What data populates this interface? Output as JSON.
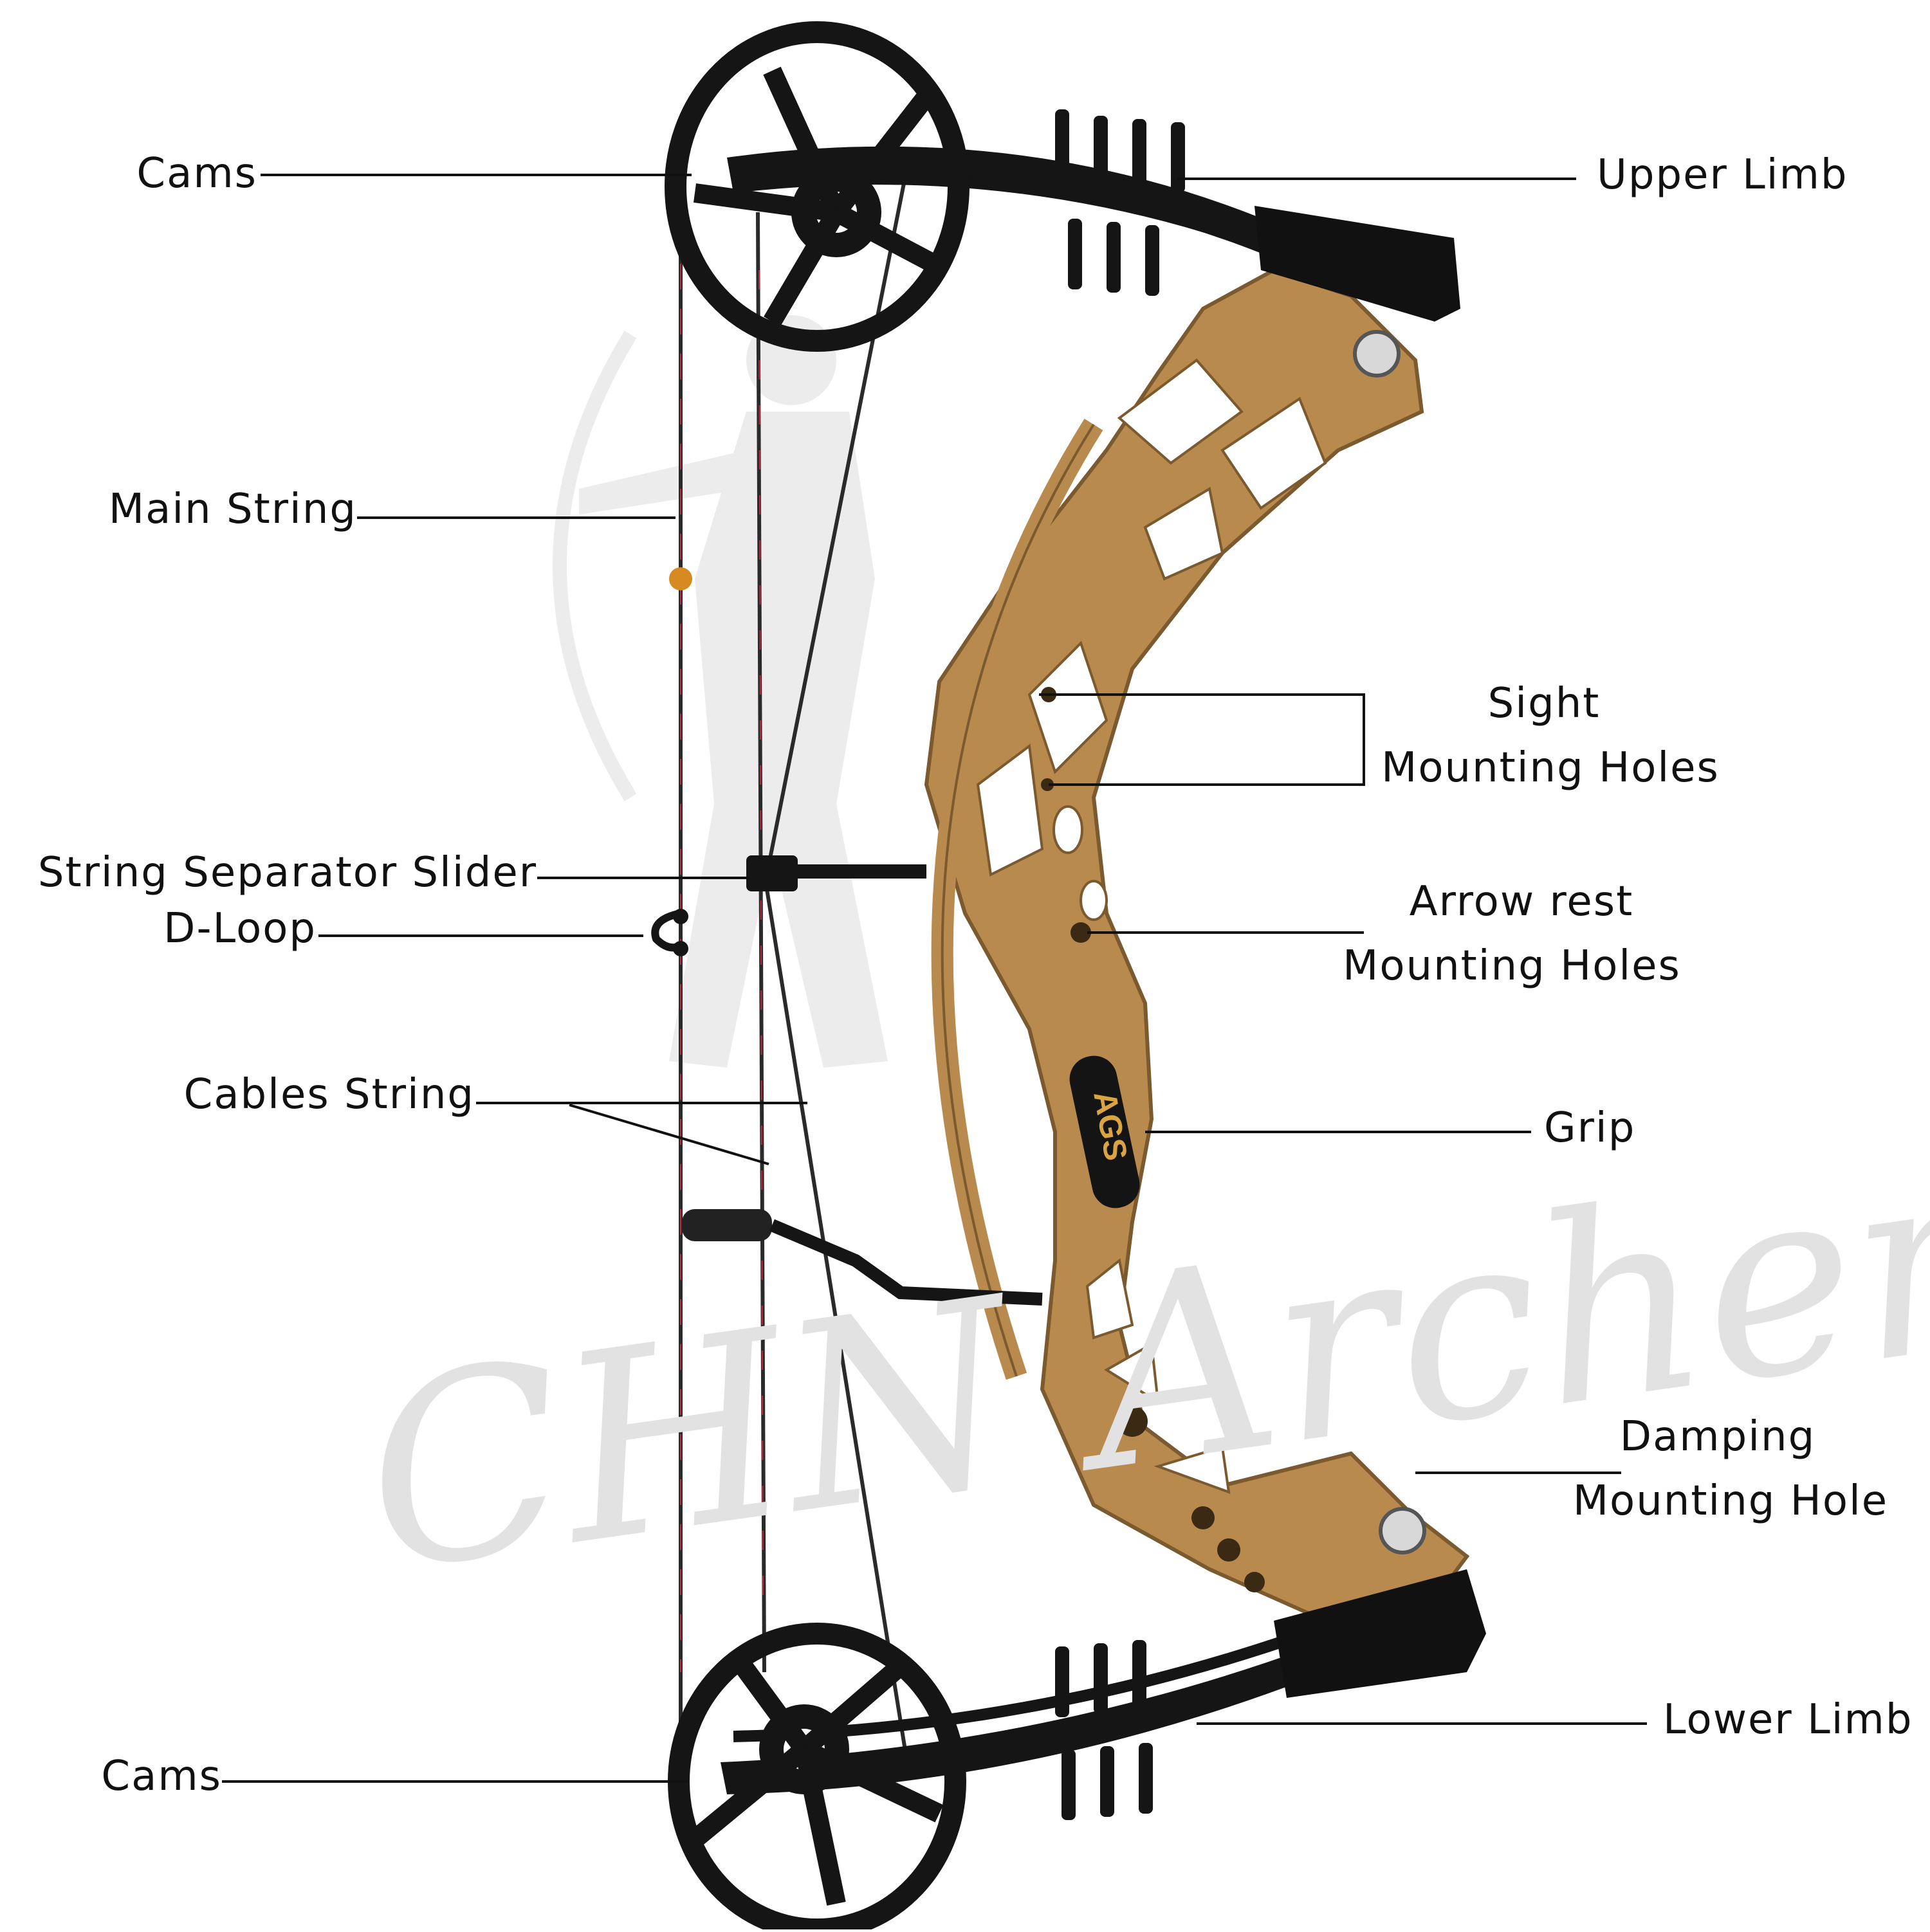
{
  "labels": {
    "cams_top": "Cams",
    "upper_limb": "Upper Limb",
    "main_string": "Main String",
    "sight_line1": "Sight",
    "sight_line2": "Mounting Holes",
    "string_separator": "String Separator Slider",
    "d_loop": "D-Loop",
    "arrow_rest_line1": "Arrow rest",
    "arrow_rest_line2": "Mounting Holes",
    "cables_string": "Cables String",
    "grip": "Grip",
    "damping_line1": "Damping",
    "damping_line2": "Mounting Hole",
    "lower_limb": "Lower Limb",
    "cams_bottom": "Cams"
  },
  "riser_text": "AGS",
  "watermark": "CHN Archery",
  "colors": {
    "riser": "#b98a4e",
    "riser_dark": "#7a5a2e",
    "limb": "#151515",
    "string": "#2a2a2a",
    "string_accent": "#c0283a",
    "leader": "#111111",
    "watermark": "#e2e2e2"
  }
}
